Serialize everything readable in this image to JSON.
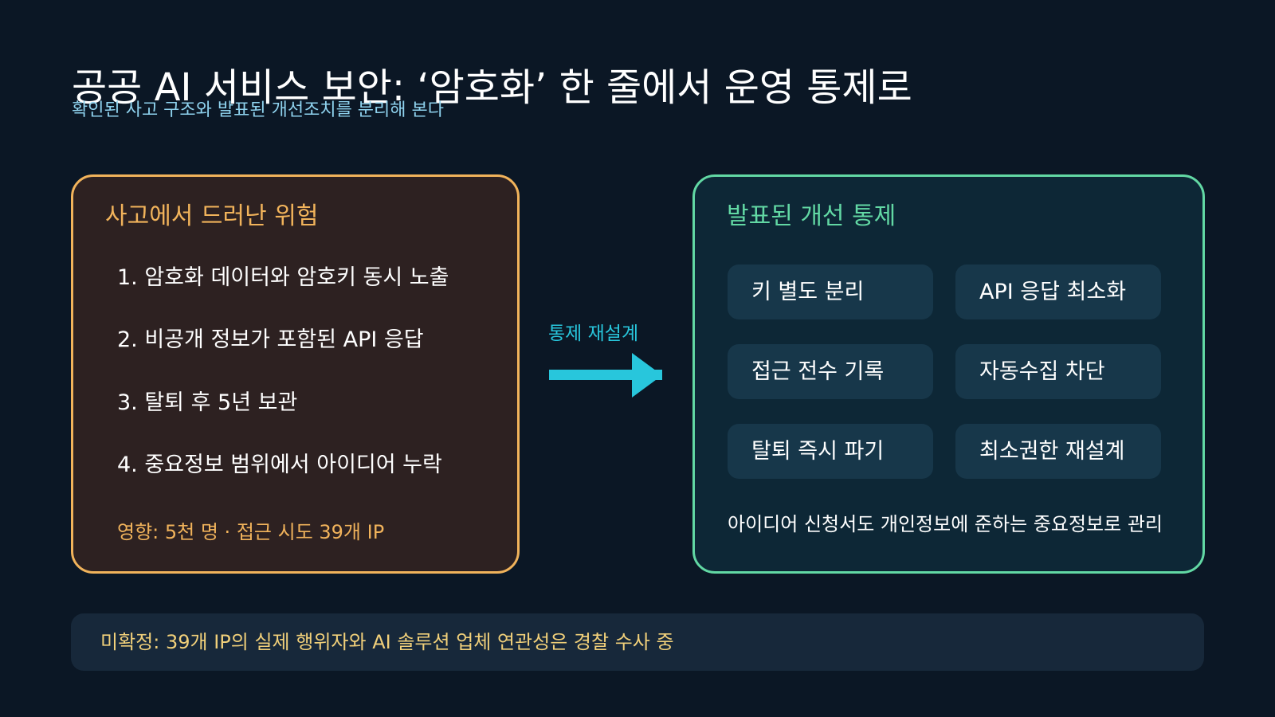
{
  "title": "공공 AI 서비스 보안: ‘암호화’ 한 줄에서 운영 통제로",
  "subtitle": "확인된 사고 구조와 발표된 개선조치를 분리해 본다",
  "risk_panel": {
    "heading": "사고에서 드러난 위험",
    "items": [
      "1. 암호화 데이터와 암호키 동시 노출",
      "2. 비공개 정보가 포함된 API 응답",
      "3. 탈퇴 후 5년 보관",
      "4. 중요정보 범위에서 아이디어 누락"
    ],
    "impact": "영향: 5천 명 · 접근 시도 39개 IP"
  },
  "transition": {
    "label": "통제 재설계",
    "icon": "arrow-right-icon",
    "color": "#28c6dc"
  },
  "control_panel": {
    "heading": "발표된 개선 통제",
    "controls": [
      "키 별도 분리",
      "API 응답 최소화",
      "접근 전수 기록",
      "자동수집 차단",
      "탈퇴 즉시 파기",
      "최소권한 재설계"
    ],
    "note": "아이디어 신청서도 개인정보에 준하는 중요정보로 관리"
  },
  "footer": {
    "text": "미확정: 39개 IP의 실제 행위자와 AI 솔루션 업체 연관성은 경찰 수사 중"
  },
  "colors": {
    "background": "#0b1725",
    "risk_accent": "#f1b35b",
    "control_accent": "#62d8a4",
    "arrow": "#28c6dc",
    "footer_text": "#f1d07a"
  }
}
